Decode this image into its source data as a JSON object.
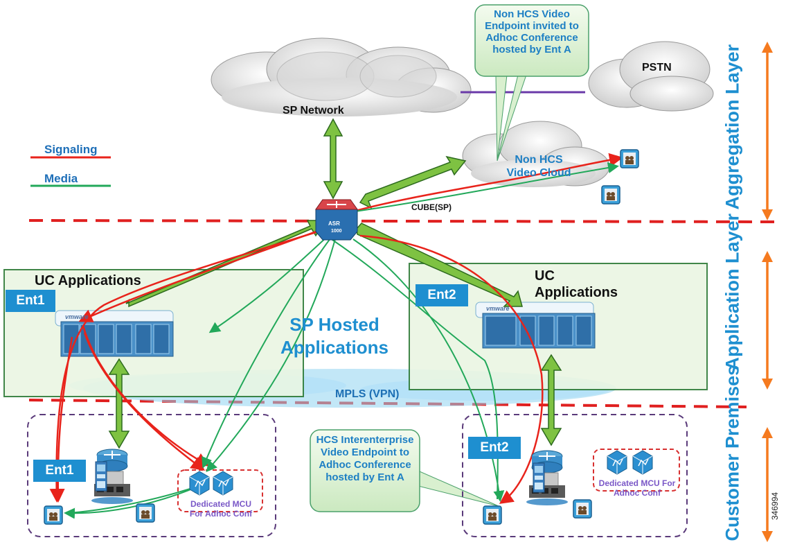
{
  "clouds": {
    "sp_network": "SP Network",
    "pstn": "PSTN",
    "non_hcs_cloud": "Non HCS Video Cloud",
    "mpls": "MPLS (VPN)"
  },
  "legend": {
    "signaling": "Signaling",
    "media": "Media",
    "signaling_color": "#e8231b",
    "media_color": "#22a85a"
  },
  "router": {
    "name": "ASR",
    "model": "1000",
    "cube_label": "CUBE(SP)"
  },
  "callouts": {
    "top": "Non HCS Video Endpoint invited to Adhoc Conference hosted by Ent A",
    "bottom": "HCS Interenterprise Video Endpoint to Adhoc Conference hosted by Ent A"
  },
  "app_boxes": {
    "left_title": "UC Applications",
    "right_title": "UC Applications",
    "center_title": "SP Hosted Applications",
    "vmware": "vmware"
  },
  "ent_badges": {
    "ent1_app": "Ent1",
    "ent2_app": "Ent2",
    "ent1_prem": "Ent1",
    "ent2_prem": "Ent2"
  },
  "mcu": {
    "left": "Dedicated MCU For Adhoc Conf",
    "right": "Dedicated MCU For Adhoc Conf"
  },
  "layers": {
    "aggregation": "Aggregation Layer",
    "application": "Application Layer",
    "customer": "Customer Premises"
  },
  "figure_id": "346994",
  "colors": {
    "accent_blue": "#1e8fd0",
    "orange": "#f57a1f",
    "green_box": "#e8f5e2",
    "arrow_green": "#7ec242",
    "dashed_red": "#e02020"
  }
}
